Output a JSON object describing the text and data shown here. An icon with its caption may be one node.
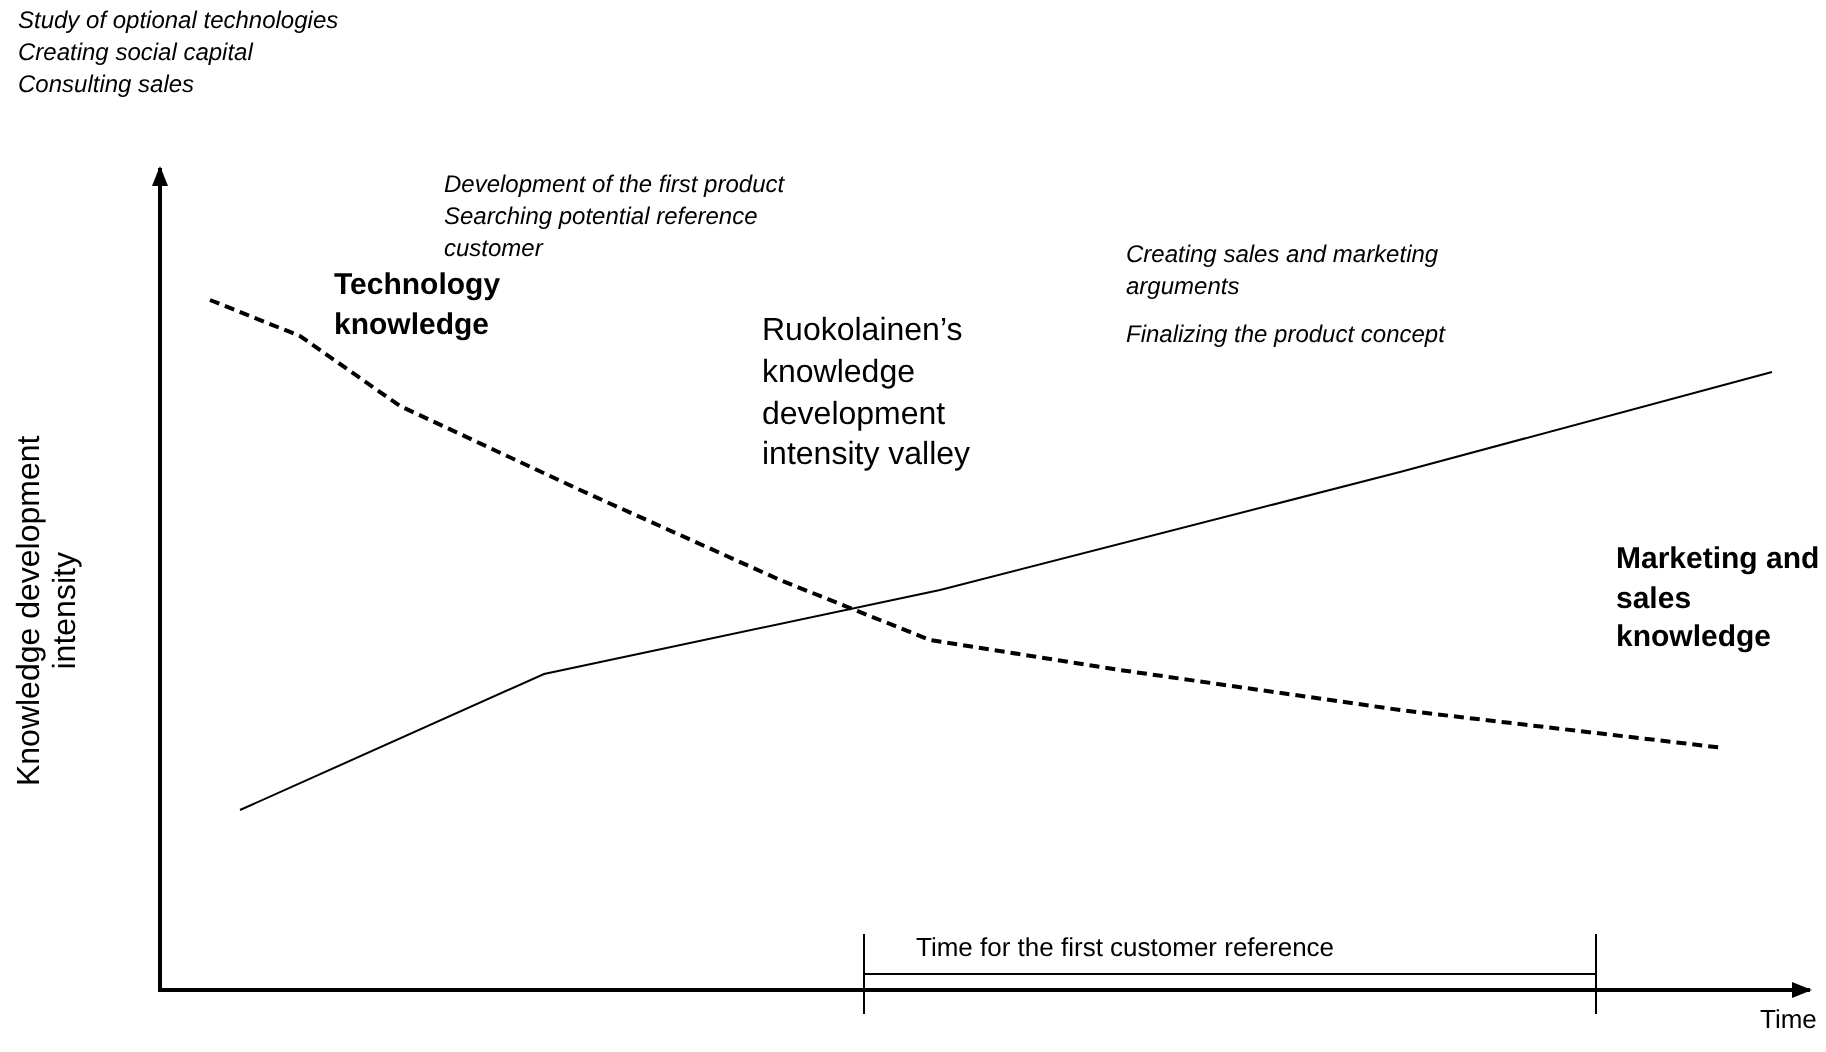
{
  "diagram": {
    "labels": [
      "Study of optional technologies",
      "Creating social capital",
      "Consulting sales",
      "Development of the first product",
      "Searching potential reference customer",
      "Technology knowledge",
      "Creating sales and marketing arguments",
      "Finalizing the product concept",
      "Ruokolainen’s knowledge development intensity valley",
      "Marketing and sales knowledge",
      "Knowledge development intensity",
      "Time for the first customer reference",
      "Time"
    ]
  }
}
